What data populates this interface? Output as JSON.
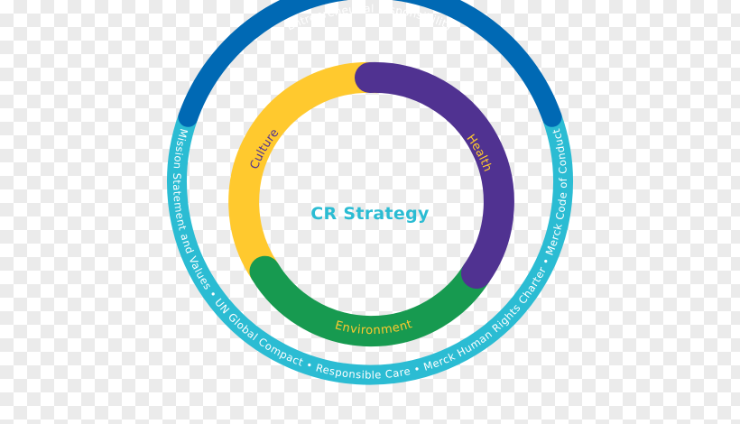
{
  "diagram": {
    "center_title": "CR Strategy",
    "outer_ring": {
      "top_label": "Entrepreneurial responsibility",
      "bottom_label": "Mission Statement and Values • UN Global Compact • Responsible Care • Merck Human Rights Charter • Merck Code of Conduct"
    },
    "inner_segments": {
      "culture": "Culture",
      "health": "Health",
      "environment": "Environment"
    },
    "colors": {
      "outer_dark_blue": "#0069b4",
      "outer_light_blue": "#2bbcd3",
      "culture_yellow": "#ffc92e",
      "health_purple": "#503291",
      "environment_green": "#179a50",
      "center_title": "#2bbcd3",
      "culture_text": "#503291",
      "health_text": "#ffc92e",
      "environment_text": "#ffc92e"
    }
  }
}
